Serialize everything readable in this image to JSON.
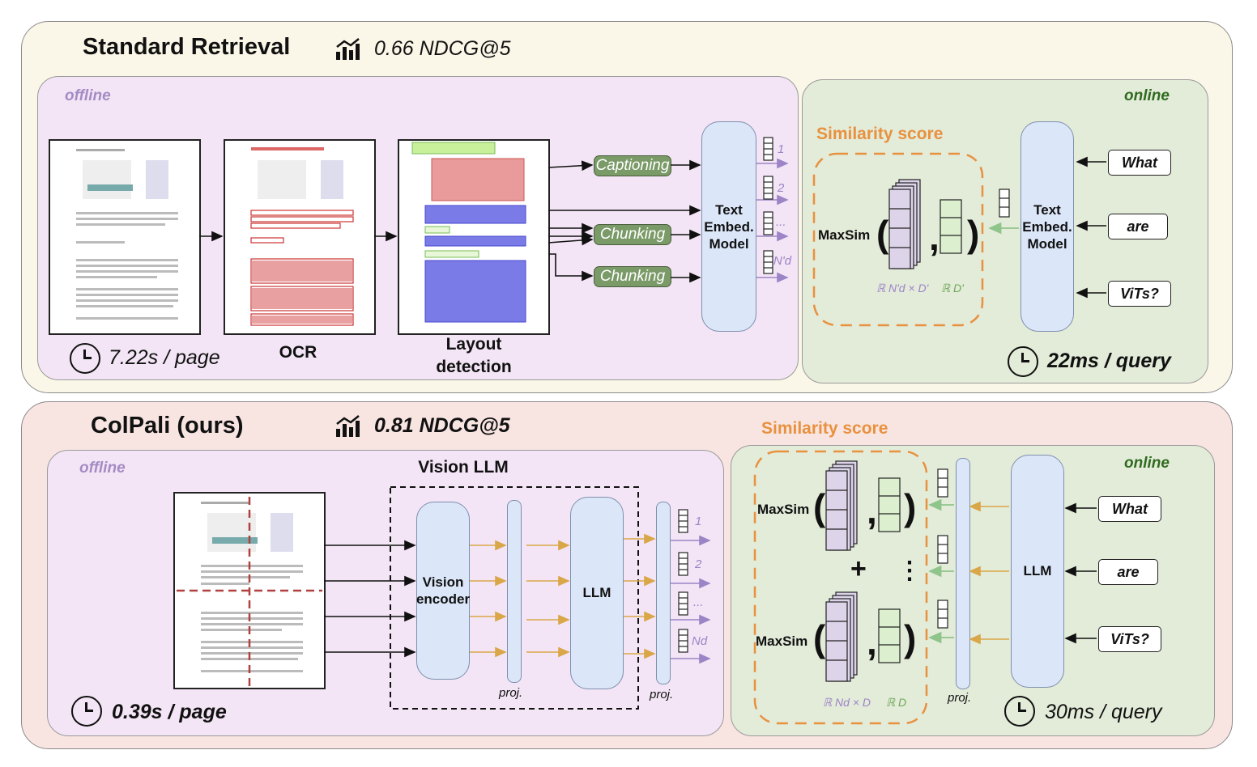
{
  "top": {
    "title": "Standard Retrieval",
    "metric": "0.66 NDCG@5",
    "offline_tag": "offline",
    "online_tag": "online",
    "steps": [
      "OCR",
      "Layout\ndetection"
    ],
    "pills": [
      "Captioning",
      "Chunking",
      "Chunking"
    ],
    "embed_model": "Text\nEmbed.\nModel",
    "query_model": "Text\nEmbed.\nModel",
    "vector_labels": [
      "1",
      "2",
      "...",
      "N'd"
    ],
    "similarity_title": "Similarity score",
    "maxsim": "MaxSim",
    "space_doc": "ℝ N'd × D'",
    "space_query": "ℝ D'",
    "query_words": [
      "What",
      "are",
      "ViTs?"
    ],
    "offline_time": "7.22s / page",
    "online_time": "22ms / query"
  },
  "bottom": {
    "title": "ColPali (ours)",
    "metric": "0.81 NDCG@5",
    "offline_tag": "offline",
    "online_tag": "online",
    "vision_llm": "Vision LLM",
    "vision_encoder": "Vision\nencoder",
    "llm": "LLM",
    "proj": "proj.",
    "vector_labels": [
      "1",
      "2",
      "...",
      "Nd"
    ],
    "similarity_title": "Similarity score",
    "maxsim": "MaxSim",
    "plus": "+",
    "vdots": "⋮",
    "space_doc": "ℝ Nd × D",
    "space_query": "ℝ D",
    "query_llm": "LLM",
    "query_words": [
      "What",
      "are",
      "ViTs?"
    ],
    "offline_time": "0.39s / page",
    "online_time": "30ms / query"
  },
  "colors": {
    "top_bg": "#fbf7e8",
    "bottom_bg": "#f8e5e2",
    "offline_bg": "#f3e5f5",
    "online_bg": "#e3ebd9",
    "similarity": "#e8913f",
    "query_arrow": "#d9a648",
    "green_vec": "#dcf0d0",
    "purple_vec": "#ddd4ea",
    "pill": "#7a9a67",
    "embed": "#dbe6f8"
  }
}
